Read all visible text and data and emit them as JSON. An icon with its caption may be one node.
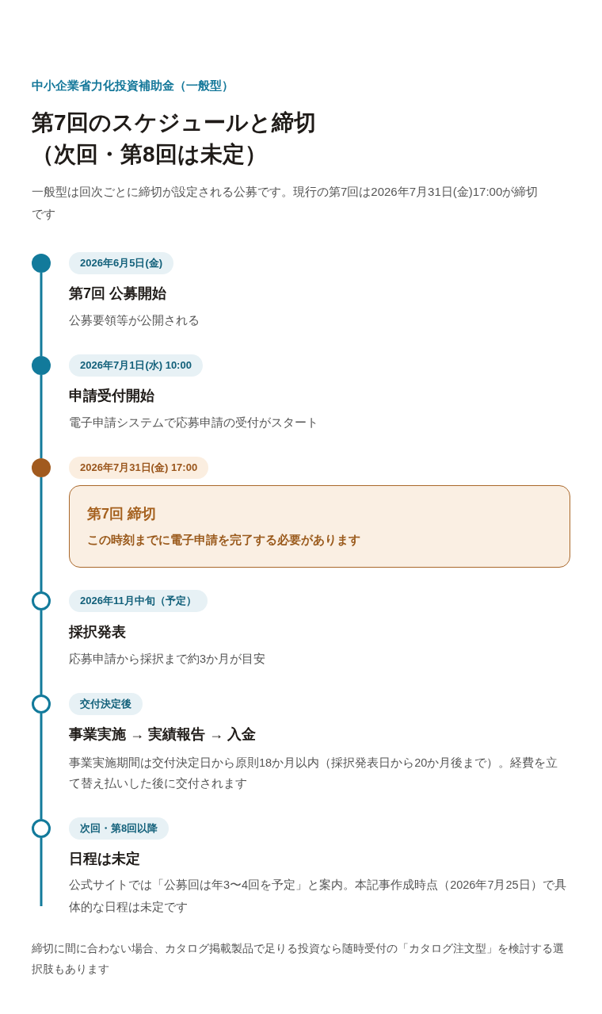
{
  "diagram": {
    "title": "第7回のスケジュールと締切（次回・第8回は未定）",
    "nodes": [
      {
        "text": [],
        "shape": "circle"
      },
      {
        "text": [
          "2026年6月5日(金)"
        ],
        "beside": [
          "第7回 公募開始",
          "公募要領等が公開される"
        ]
      },
      {
        "text": [],
        "shape": "circle"
      },
      {
        "text": [
          "2026年7月1日(水) 10:00"
        ],
        "beside": [
          "申請受付開始",
          "電子申請システムで応募申請の受付がスタート"
        ]
      },
      {
        "text": [],
        "shape": "circle"
      },
      {
        "text": [
          "2026年7月31日(金) 17:00"
        ]
      },
      {
        "text": [
          "第7回 締切",
          "この時刻までに電子申請を完了する必要があります"
        ]
      },
      {
        "text": [],
        "shape": "circle"
      },
      {
        "text": [
          "2026年11月中旬（予定）"
        ],
        "beside": [
          "採択発表",
          "応募申請から採択まで約3か月が目安"
        ]
      },
      {
        "text": [],
        "shape": "circle"
      },
      {
        "text": [
          "交付決定後"
        ],
        "beside": [
          "事業実施 → 実績報告 → 入金",
          "事業実施期間は交付決定日から原則18か月以内（採択発表日から20か月後まで）。経費を立て替え払いした後に交付されます"
        ]
      },
      {
        "text": [],
        "shape": "circle"
      },
      {
        "text": [
          "次回・第8回以降"
        ],
        "beside": [
          "日程は未定",
          "公式サイトでは「公募回は年3〜4回を予定」と案内。本記事作成時点（2026年7月25日）で具体的な日程は未定です"
        ]
      }
    ],
    "edges": [
      {
        "from": 0,
        "to": 2,
        "arrow": "none"
      },
      {
        "from": 2,
        "to": 4,
        "arrow": "none"
      },
      {
        "from": 4,
        "to": 7,
        "arrow": "none"
      },
      {
        "from": 7,
        "to": 9,
        "arrow": "none"
      },
      {
        "from": 9,
        "to": 11,
        "arrow": "none"
      },
      {
        "from": 11,
        "to": null,
        "arrow": "none"
      }
    ],
    "labels": [
      "中小企業省力化投資補助金（一般型）",
      "一般型は回次ごとに締切が設定される公募です。現行の第7回は2026年7月31日(金)17:00が締切です",
      "締切に間に合わない場合、カタログ掲載製品で足りる投資なら随時受付の「カタログ注文型」を検討する選択肢もあります"
    ]
  }
}
